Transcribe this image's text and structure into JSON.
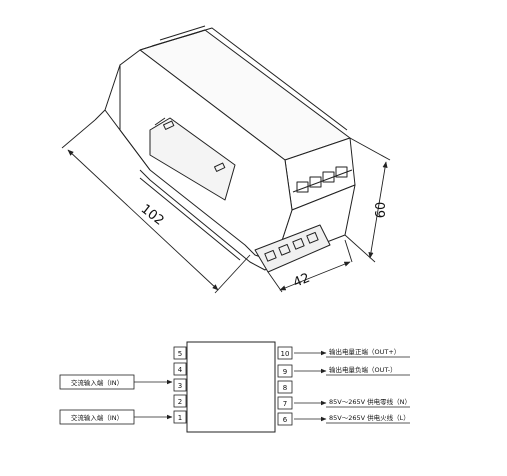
{
  "dimensions": {
    "length": "102",
    "height": "60",
    "width": "42"
  },
  "terminals": {
    "left": [
      "5",
      "4",
      "3",
      "2",
      "1"
    ],
    "right": [
      "10",
      "9",
      "8",
      "7",
      "6"
    ]
  },
  "connections": {
    "ac_input_upper": "交流输入端（IN）",
    "ac_input_lower": "交流输入端（IN）",
    "out_pos": "输出电量正端（OUT+）",
    "out_neg": "输出电量负端（OUT-）",
    "neutral": "85V～265V 供电零线（N）",
    "live": "85V～265V 供电火线（L）"
  }
}
